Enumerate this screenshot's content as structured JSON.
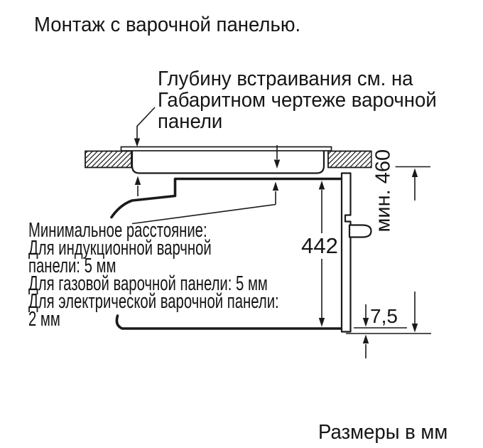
{
  "title": "Монтаж с варочной панелью.",
  "note": {
    "lines": [
      "Глубину встраивания см. на",
      "Габаритном чертеже варочной",
      "панели"
    ]
  },
  "min_distance": {
    "lines": [
      "Минимальное расстояние:",
      "Для индукционной варчной",
      "панели: 5 мм",
      "Для газовой варочной панели: 5 мм",
      "Для электрической варочной панели:",
      "2 мм"
    ]
  },
  "dimensions": {
    "oven_height": "442",
    "niche_min_height": "мин. 460",
    "bottom_gap": "7,5"
  },
  "footer": "Размеры в мм",
  "colors": {
    "line": "#1a1a1a",
    "text": "#151515",
    "background": "#ffffff"
  }
}
